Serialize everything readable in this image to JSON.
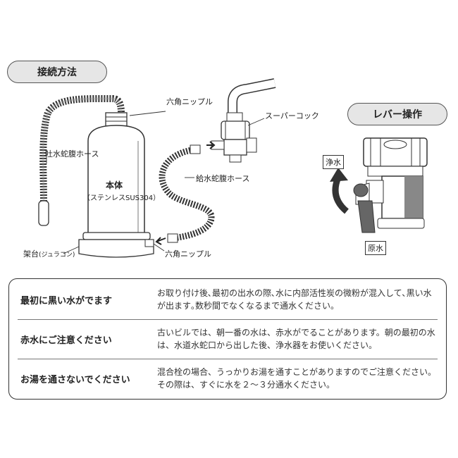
{
  "headers": {
    "connection": "接続方法",
    "lever": "レバー操作"
  },
  "labels": {
    "hex_nipple_top": "六角ニップル",
    "super_cock": "スーパーコック",
    "outlet_hose": "吐水蛇腹ホース",
    "body_main": "本体",
    "body_sub": "（ステンレスSUS304）",
    "supply_hose": "給水蛇腹ホース",
    "stand": "架台",
    "stand_sub": "(ジュラコン)",
    "hex_nipple_bottom": "六角ニップル",
    "purified": "浄水",
    "raw": "原水"
  },
  "notes": [
    {
      "heading": "最初に黒い水がでます",
      "body": "お取り付け後､最初の出水の際､水に内部活性炭の微粉が混入して､黒い水が出ます｡数秒間でなくなるまで通水ください。"
    },
    {
      "heading": "赤水にご注意ください",
      "body": "古いビルでは、朝一番の水は、赤水がでることがあります。朝の最初の水は、水道水蛇口から出した後、浄水器をお使いください。"
    },
    {
      "heading": "お湯を通さないでください",
      "body": "混合栓の場合、うっかりお湯を通すことがありますのでご注意ください。その際は、すぐに水を２～３分通水ください。"
    }
  ]
}
